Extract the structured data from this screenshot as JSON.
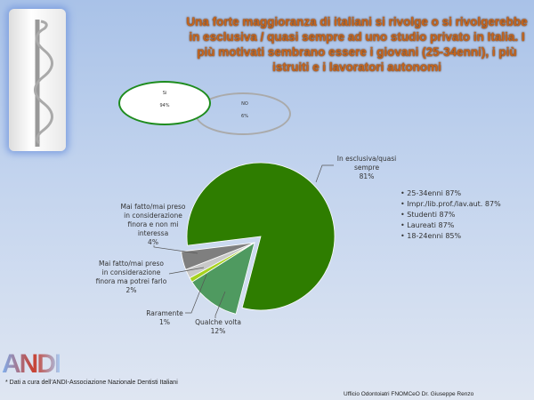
{
  "title": "Una forte maggioranza di italiani si rivolge o si rivolgerebbe in esclusiva / quasi sempre ad uno studio privato in Italia. I più motivati sembrano essere i giovani (25-34enni), i più istruiti e i lavoratori autonomi",
  "bubbles": [
    {
      "label": "Si",
      "value": "94%"
    },
    {
      "label": "NO",
      "value": "6%"
    }
  ],
  "chart_data": {
    "type": "pie",
    "title": "",
    "slices": [
      {
        "name": "In esclusiva/quasi sempre",
        "value": 81,
        "label": "81%",
        "color": "#2e7d00"
      },
      {
        "name": "Qualche volta",
        "value": 12,
        "label": "12%",
        "color": "#4f9a60"
      },
      {
        "name": "Raramente",
        "value": 1,
        "label": "1%",
        "color": "#a6d21e"
      },
      {
        "name": "Mai fatto/mai preso in considerazione finora ma potrei farlo",
        "value": 2,
        "label": "2%",
        "color": "#c8c8c8"
      },
      {
        "name": "Mai fatto/mai preso in considerazione finora e non mi interessa",
        "value": 4,
        "label": "4%",
        "color": "#7f7f7f"
      }
    ]
  },
  "labels": {
    "main1": "In esclusiva/quasi",
    "main2": "sempre",
    "main3": "81%",
    "q1": "Qualche volta",
    "q2": "12%",
    "r1": "Raramente",
    "r2": "1%",
    "p1": "Mai fatto/mai preso",
    "p2": "in considerazione",
    "p3": "finora ma potrei farlo",
    "p4": "2%",
    "n1": "Mai fatto/mai preso",
    "n2": "in considerazione",
    "n3": "finora e non mi",
    "n4": "interessa",
    "n5": "4%"
  },
  "bullets": [
    "25-34enni 87%",
    "Impr./lib.prof./lav.aut. 87%",
    "Studenti 87%",
    "Laureati 87%",
    "18-24enni 85%"
  ],
  "logo": "ANDI",
  "note": "* Dati a cura dell’ANDI-Associazione Nazionale Dentisti Italiani",
  "footer": "Ufficio Odontoiatri FNOMCeO Dr. Giuseppe Renzo"
}
